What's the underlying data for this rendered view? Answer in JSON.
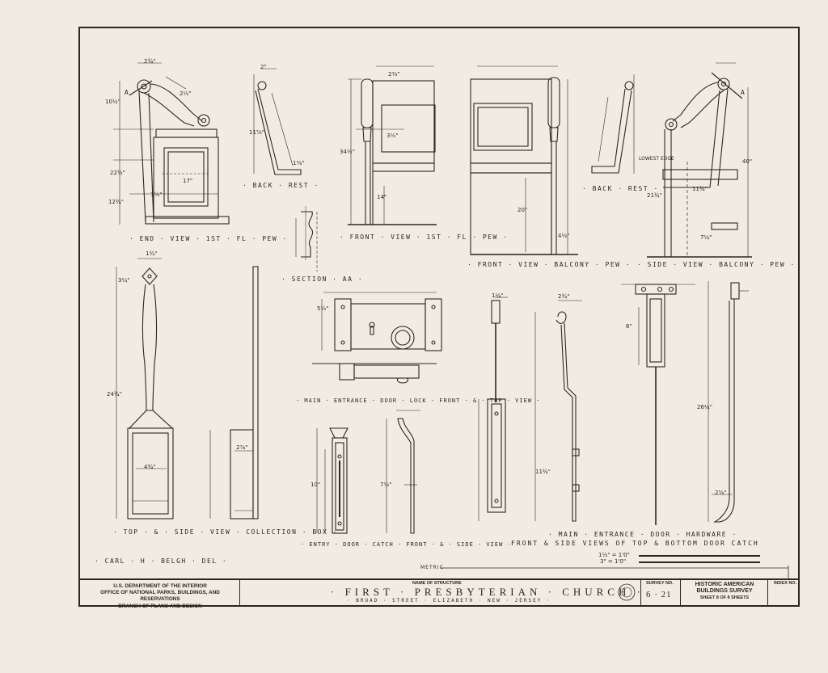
{
  "views": {
    "end_view": "· END · VIEW · 1ST · FL · PEW ·",
    "back_rest_1": "· BACK · REST ·",
    "front_view_1": "· FRONT · VIEW · 1ST · FL · PEW ·",
    "section_aa": "· SECTION · AA ·",
    "front_view_balcony": "· FRONT · VIEW · BALCONY · PEW ·",
    "back_rest_2": "· BACK · REST ·",
    "side_view_balcony": "· SIDE · VIEW · BALCONY · PEW ·",
    "lowest_edge": "LOWEST EDGE",
    "collection_box": "· TOP · & · SIDE · VIEW · COLLECTION · BOX ·",
    "door_lock": "· MAIN · ENTRANCE · DOOR · LOCK · FRONT · & · TOP · VIEW ·",
    "entry_catch": "· ENTRY · DOOR · CATCH · FRONT · & · SIDE · VIEW ·",
    "hardware_1": "· MAIN · ENTRANCE · DOOR · HARDWARE ·",
    "hardware_2": "FRONT & SIDE VIEWS OF TOP & BOTTOM DOOR CATCH",
    "delineator": "· CARL · H · BELGH · DEL ·",
    "section_mark": "A"
  },
  "dims": {
    "d1": "2¾\"",
    "d2": "1¾",
    "d3": "10½\"",
    "d4": "2½\"",
    "d5": "17\"",
    "d6": "22½\"",
    "d7": "12¾\"",
    "d8": "1½\"",
    "d9": "2\"",
    "d10": "1⅝\"",
    "d11": "11⅝\"",
    "d12": "2⅜\"",
    "d13": "34½\"",
    "d14": "14\"",
    "d15": "3½\"",
    "d16": "20\"",
    "d17": "4½\"",
    "d18": "40\"",
    "d19": "11¾\"",
    "d20": "21¾\"",
    "d21": "7¼\"",
    "d22": "1¾\"",
    "d23": "3¼\"",
    "d24": "2⅞\"",
    "d25": "4¾\"",
    "d26": "24¾\"",
    "d27": "2¾\"",
    "d28": "11¾\"",
    "d29": "26¼\"",
    "d30": "2⅝\"",
    "d31": "5½\"",
    "d32": "1¼\"",
    "d33": "6\"",
    "d34": "10\"",
    "d35": "7½\""
  },
  "scales": {
    "metric": "METRIC",
    "scale_1": "1½\" = 1'0\"",
    "scale_2": "3\" = 1'0\""
  },
  "title_block": {
    "agency": [
      "U.S. DEPARTMENT OF THE INTERIOR",
      "OFFICE OF NATIONAL PARKS, BUILDINGS, AND RESERVATIONS",
      "BRANCH OF PLANS AND DESIGN"
    ],
    "name_caption": "NAME OF STRUCTURE",
    "name": "· FIRST · PRESBYTERIAN · CHURCH ·",
    "location": "· BROAD · STREET · ELIZABETH · NEW · JERSEY ·",
    "survey_caption": "SURVEY NO.",
    "survey_no": "6 · 21",
    "habs_1": "HISTORIC AMERICAN",
    "habs_2": "BUILDINGS SURVEY",
    "sheet": "SHEET 8 OF 8 SHEETS",
    "index_caption": "INDEX NO."
  }
}
